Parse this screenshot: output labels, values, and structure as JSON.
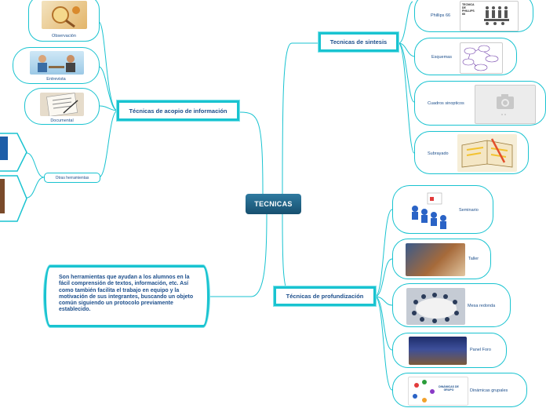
{
  "center": {
    "label": "TECNICAS"
  },
  "topics": {
    "acopio": "Técnicas de acopio de información",
    "sintesis": "Tecnicas de sintesis",
    "profundizacion": "Técnicas de profundización"
  },
  "acopio_items": [
    "Observación",
    "Entrevista",
    "Documental"
  ],
  "otras": "Otras herramientas",
  "sintesis_items": [
    "Phillips 66",
    "Esquemas",
    "Cuadros sinopticos",
    "Subrayado"
  ],
  "phillips_image_text": "TECNICA DE PHILLIPS 66",
  "profundizacion_items": [
    "Seminario",
    "Taller",
    "Mesa redonda",
    "Panel Foro",
    "Dinámicas grupales"
  ],
  "dinamicas_image_text": "DINÁMICAS DE GRUPO",
  "note": "Son herramientas que ayudan a los alumnos en la fácil comprensión de textos, información, etc. Así como también facilita el trabajo en equipo y la motivación de sus integrantes, buscando un objeto común siguiendo un protocolo previamente establecido.",
  "colors": {
    "accent": "#19c3d0",
    "text": "#1d4f8c",
    "center": "#17506f"
  }
}
